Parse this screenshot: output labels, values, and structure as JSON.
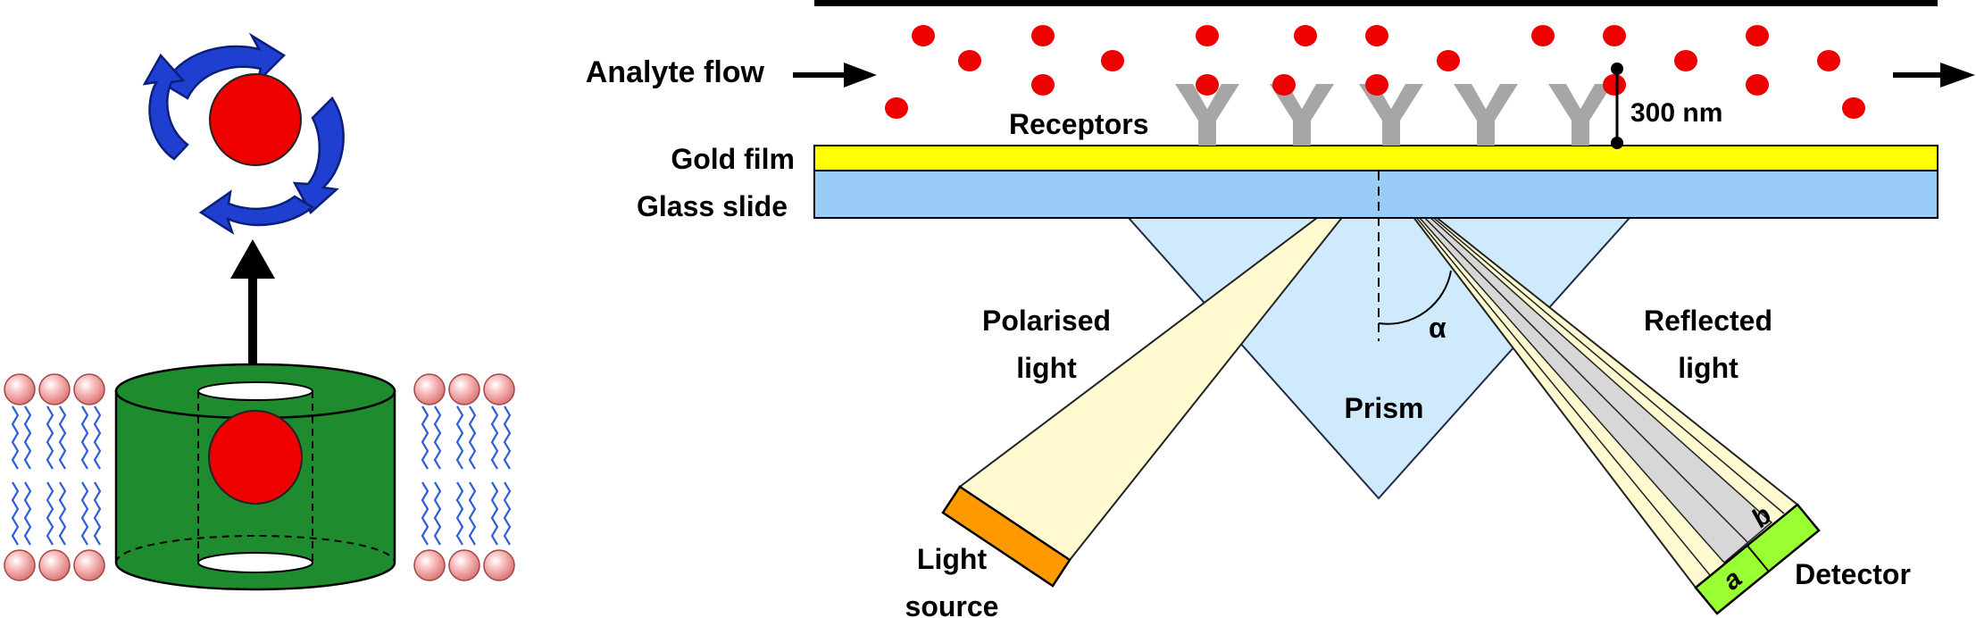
{
  "labels": {
    "analyte_flow": "Analyte flow",
    "receptors": "Receptors",
    "distance": "300 nm",
    "gold_film": "Gold film",
    "glass_slide": "Glass slide",
    "polarised_line1": "Polarised",
    "polarised_line2": "light",
    "reflected_line1": "Reflected",
    "reflected_line2": "light",
    "angle": "α",
    "prism": "Prism",
    "light_source_line1": "Light",
    "light_source_line2": "source",
    "detector": "Detector",
    "detector_a": "a",
    "detector_b": "b"
  },
  "colors": {
    "analyte": "#ee0000",
    "gold_film": "#ffff00",
    "glass_slide": "#99ccf7",
    "prism": "#cfeafc",
    "incident_beam": "#fffad0",
    "reflected_beam_mid": "#d7d7d7",
    "receptor": "#a6a6a6",
    "light_source": "#ff9900",
    "detector": "#99ff33",
    "channel": "#1e8c2e",
    "rotation_arrows": "#1f3fd0",
    "lipid_head": "#f2a0a0",
    "lipid_tail": "#2f5fd6"
  },
  "icons": {
    "rotation": "rotation-arrows-icon",
    "ion": "ion-sphere-icon",
    "binding": "double-headed-arrow-icon",
    "flow": "right-arrow-icon"
  }
}
